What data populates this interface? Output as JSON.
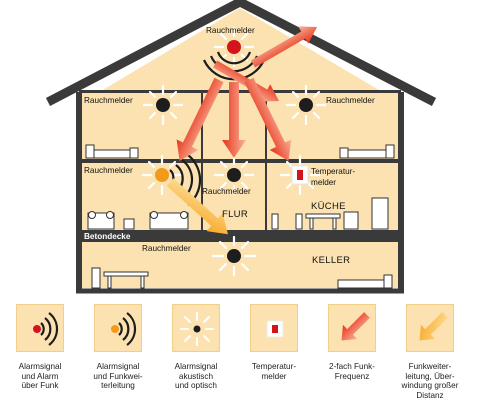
{
  "colors": {
    "wall": "#3a3a3a",
    "room_fill": "#fbe2b0",
    "room_fill_dark": "#f6d39a",
    "arrow_red": "#e8321a",
    "arrow_orange": "#f7a31c",
    "detector_red": "#d3151b",
    "detector_orange": "#f39a1b"
  },
  "house": {
    "roof_detector_label": "Rauchmelder",
    "left_upper_label": "Rauchmelder",
    "right_upper_label": "Rauchmelder",
    "left_middle_label": "Rauchmelder",
    "center_middle_label": "Rauchmelder",
    "temp_label_line1": "Temperatur-",
    "temp_label_line2": "melder",
    "floor_label": "FLUR",
    "kitchen_label": "KÜCHE",
    "ceiling_label": "Betondecke",
    "basement_detector_label": "Rauchmelder",
    "basement_label": "KELLER"
  },
  "legend": [
    {
      "icon": "radio-alarm-icon",
      "text": "Alarmsignal\nund Alarm\nüber Funk"
    },
    {
      "icon": "radio-relay-icon",
      "text": "Alarmsignal\nund Funkwei-\nterleitung"
    },
    {
      "icon": "acoustic-optical-icon",
      "text": "Alarmsignal\nakustisch\nund optisch"
    },
    {
      "icon": "temperature-detector-icon",
      "text": "Temperatur-\nmelder"
    },
    {
      "icon": "red-arrow-icon",
      "text": "2-fach Funk-\nFrequenz"
    },
    {
      "icon": "orange-arrow-icon",
      "text": "Funkweiter-\nleitung, Über-\nwindung großer\nDistanz"
    }
  ]
}
